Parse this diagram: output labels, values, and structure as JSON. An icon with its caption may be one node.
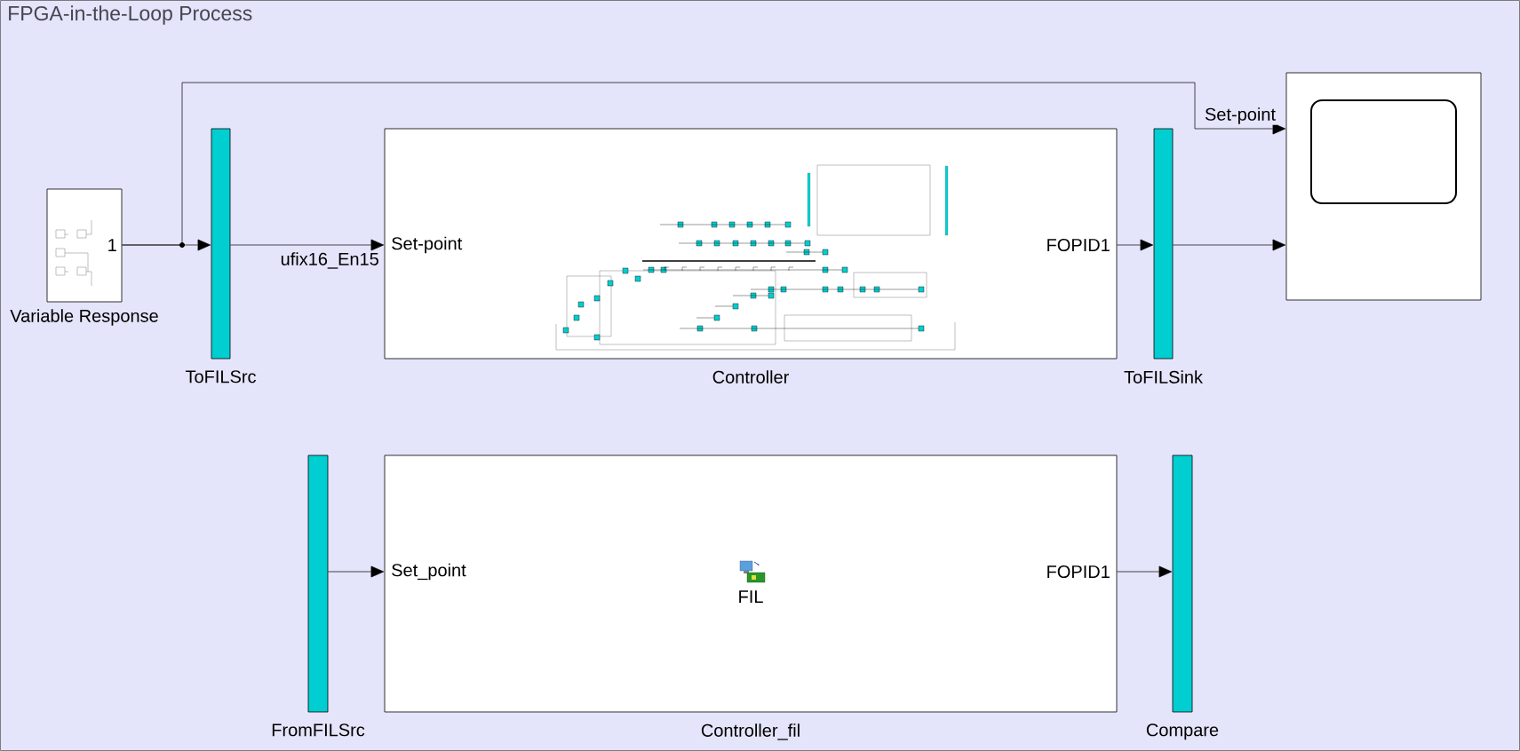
{
  "diagram": {
    "title": "FPGA-in-the-Loop Process",
    "nodes": [
      {
        "text": [
          "1",
          "Variable Response"
        ]
      },
      {
        "text": [
          "ToFILSrc"
        ]
      },
      {
        "text": [
          "Set-point",
          "FOPID1",
          "Controller"
        ]
      },
      {
        "text": [
          "ToFILSink"
        ]
      },
      {
        "text": [],
        "shape": "box"
      },
      {
        "text": [
          "FromFILSrc"
        ]
      },
      {
        "text": [
          "Set_point",
          "FIL",
          "FOPID1",
          "Controller_fil"
        ]
      },
      {
        "text": [
          "Compare"
        ]
      }
    ],
    "edges": [
      {
        "from": 0,
        "to": 1,
        "arrow": "to"
      },
      {
        "from": 0,
        "to": 4,
        "arrow": "to",
        "label": "Set-point"
      },
      {
        "from": 1,
        "to": 2,
        "arrow": "to",
        "label": "ufix16_En15"
      },
      {
        "from": 2,
        "to": 3,
        "arrow": "to"
      },
      {
        "from": 3,
        "to": 4,
        "arrow": "to"
      },
      {
        "from": 5,
        "to": 6,
        "arrow": "to"
      },
      {
        "from": 6,
        "to": 7,
        "arrow": "to"
      }
    ]
  }
}
